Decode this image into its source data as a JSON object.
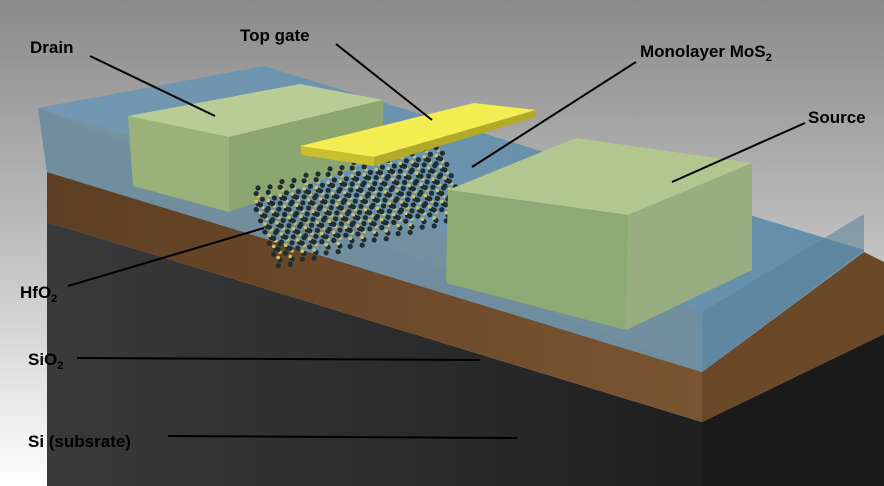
{
  "labels": {
    "drain": "Drain",
    "top_gate": "Top gate",
    "monolayer": {
      "text": "Monolayer MoS",
      "sub": "2"
    },
    "source": "Source",
    "hfo2": {
      "text": "HfO",
      "sub": "2"
    },
    "sio2": {
      "text": "SiO",
      "sub": "2"
    },
    "si": "Si (subsrate)"
  },
  "colors": {
    "background_top": "#8d8d8d",
    "background_bottom": "#ffffff",
    "hfo2_layer": "#6a8ea6",
    "sio2_layer": "#6b4a2c",
    "si_layer": "#2a2a2a",
    "contact_pad": "#a8c08a",
    "top_gate": "#f2ea4a",
    "atom_dark": "#1e2e33",
    "atom_light": "#c9c26a",
    "leader_line": "#000000"
  }
}
